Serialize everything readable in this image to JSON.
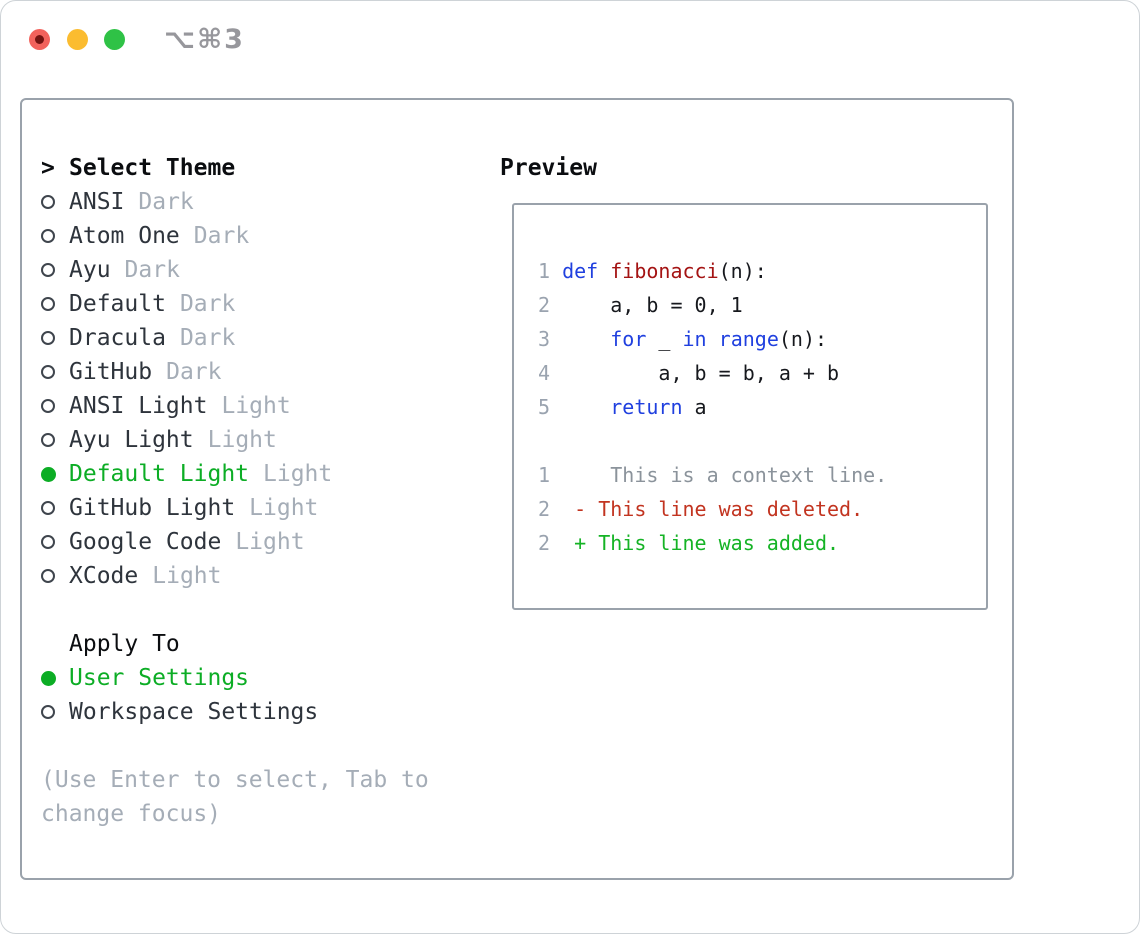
{
  "window": {
    "title": "⌥⌘3"
  },
  "picker": {
    "prompt": ">",
    "title": "Select Theme",
    "themes": [
      {
        "name": "ANSI",
        "variant": "Dark",
        "selected": false
      },
      {
        "name": "Atom One",
        "variant": "Dark",
        "selected": false
      },
      {
        "name": "Ayu",
        "variant": "Dark",
        "selected": false
      },
      {
        "name": "Default",
        "variant": "Dark",
        "selected": false
      },
      {
        "name": "Dracula",
        "variant": "Dark",
        "selected": false
      },
      {
        "name": "GitHub",
        "variant": "Dark",
        "selected": false
      },
      {
        "name": "ANSI Light",
        "variant": "Light",
        "selected": false
      },
      {
        "name": "Ayu Light",
        "variant": "Light",
        "selected": false
      },
      {
        "name": "Default Light",
        "variant": "Light",
        "selected": true
      },
      {
        "name": "GitHub Light",
        "variant": "Light",
        "selected": false
      },
      {
        "name": "Google Code",
        "variant": "Light",
        "selected": false
      },
      {
        "name": "XCode",
        "variant": "Light",
        "selected": false
      }
    ],
    "apply_to": {
      "title": "Apply To",
      "options": [
        {
          "name": "User Settings",
          "selected": true
        },
        {
          "name": "Workspace Settings",
          "selected": false
        }
      ]
    },
    "hint_lines": [
      "(Use Enter to select, Tab to",
      "change focus)"
    ]
  },
  "preview": {
    "title": "Preview",
    "code_lines": [
      {
        "tokens": [
          {
            "t": "1",
            "c": "ln"
          },
          {
            "t": " ",
            "c": "p"
          },
          {
            "t": "def",
            "c": "kw"
          },
          {
            "t": " ",
            "c": "p"
          },
          {
            "t": "fibonacci",
            "c": "fn"
          },
          {
            "t": "(n):",
            "c": "p"
          }
        ]
      },
      {
        "tokens": [
          {
            "t": "2",
            "c": "ln"
          },
          {
            "t": "     a, b = 0, 1",
            "c": "p"
          }
        ]
      },
      {
        "tokens": [
          {
            "t": "3",
            "c": "ln"
          },
          {
            "t": "     ",
            "c": "p"
          },
          {
            "t": "for",
            "c": "kw"
          },
          {
            "t": " _ ",
            "c": "p"
          },
          {
            "t": "in",
            "c": "kw"
          },
          {
            "t": " ",
            "c": "p"
          },
          {
            "t": "range",
            "c": "kw"
          },
          {
            "t": "(n):",
            "c": "p"
          }
        ]
      },
      {
        "tokens": [
          {
            "t": "4",
            "c": "ln"
          },
          {
            "t": "         a, b = b, a + b",
            "c": "p"
          }
        ]
      },
      {
        "tokens": [
          {
            "t": "5",
            "c": "ln"
          },
          {
            "t": "     ",
            "c": "p"
          },
          {
            "t": "return",
            "c": "kw"
          },
          {
            "t": " a",
            "c": "p"
          }
        ]
      },
      {
        "tokens": []
      },
      {
        "tokens": [
          {
            "t": "1",
            "c": "ln"
          },
          {
            "t": "     This is a context line.",
            "c": "ctx"
          }
        ]
      },
      {
        "tokens": [
          {
            "t": "2",
            "c": "ln"
          },
          {
            "t": "  ",
            "c": "p"
          },
          {
            "t": "- This line was deleted.",
            "c": "del"
          }
        ]
      },
      {
        "tokens": [
          {
            "t": "2",
            "c": "ln"
          },
          {
            "t": "  ",
            "c": "p"
          },
          {
            "t": "+ This line was added.",
            "c": "add"
          }
        ]
      }
    ]
  },
  "colors": {
    "keyword": "#2040df",
    "function": "#a41313",
    "deleted": "#c23420",
    "added": "#15b325",
    "selected": "#0cad25",
    "muted": "#a5adb7",
    "line_number": "#9aa3af",
    "context": "#8b939b",
    "traffic_close": "#f2625c",
    "traffic_close_dot": "#731311",
    "traffic_minimize": "#fbbc30",
    "traffic_zoom": "#2fc246"
  }
}
